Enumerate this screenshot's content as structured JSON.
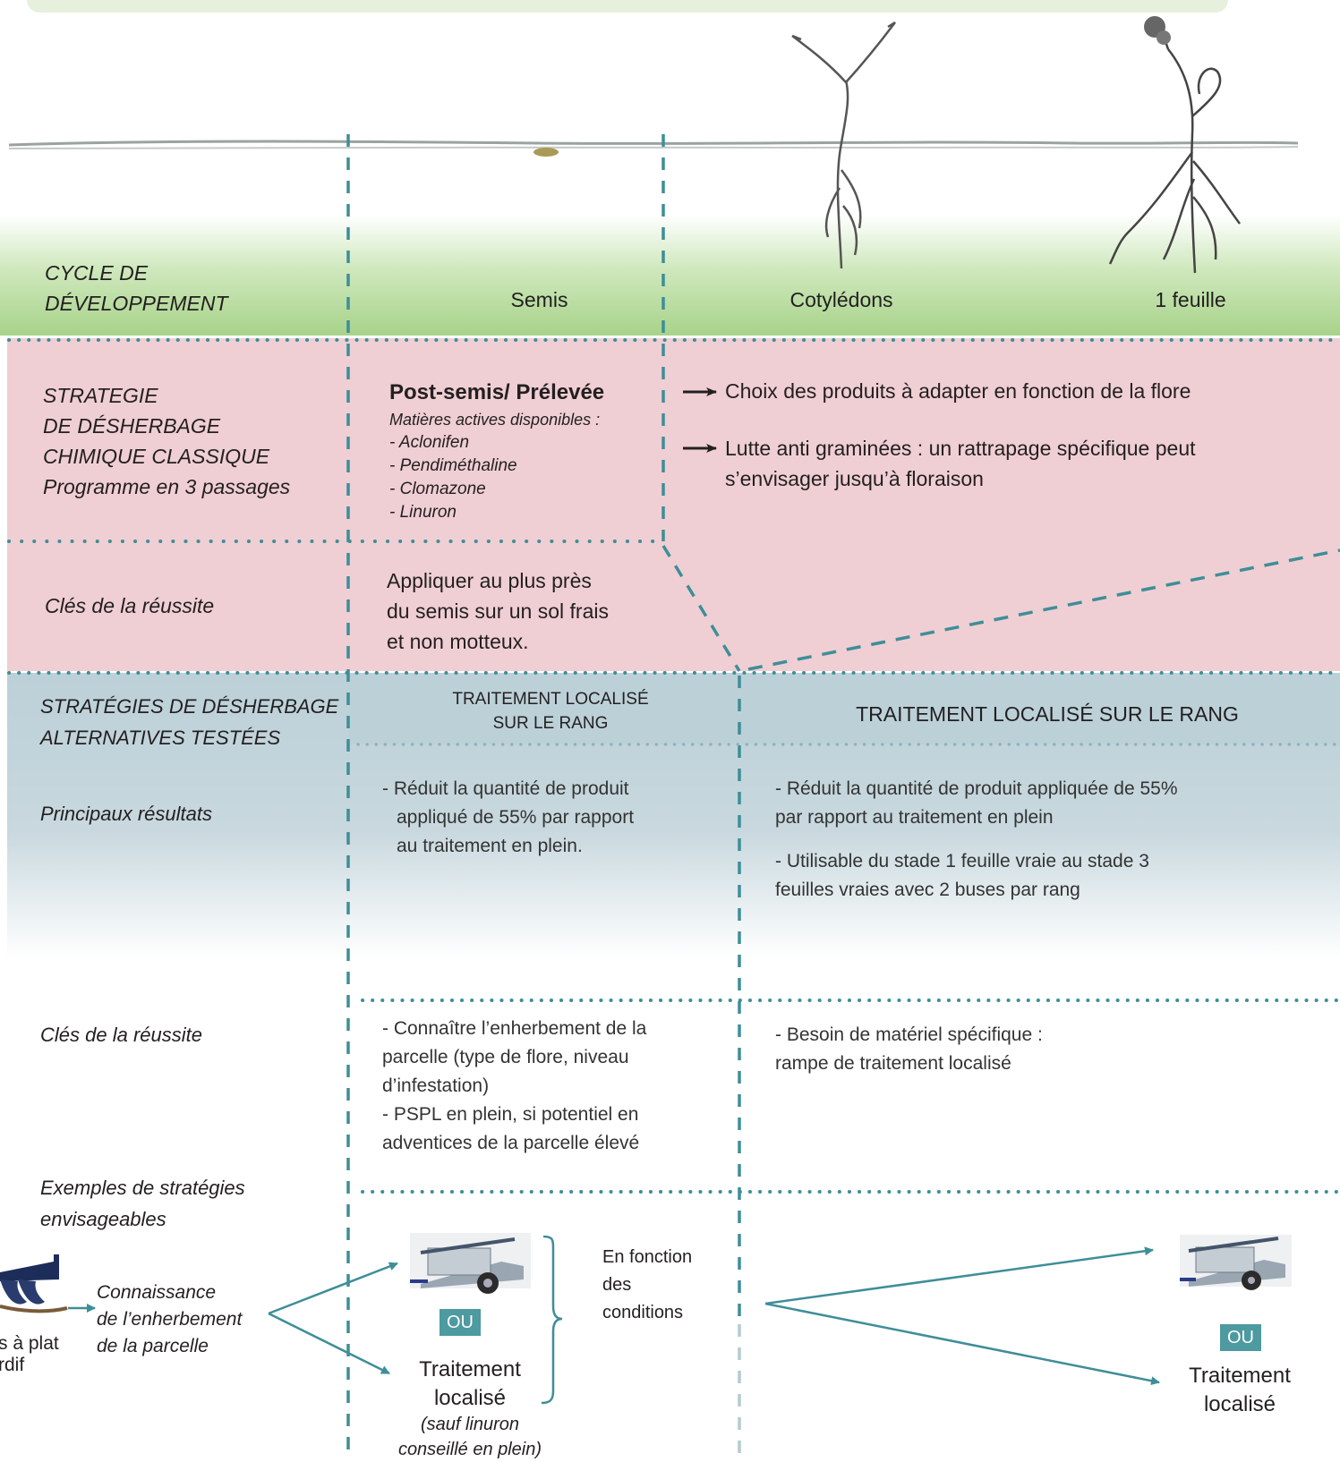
{
  "colors": {
    "green_band": "#a8d38a",
    "pink_band": "#efcfd3",
    "blue_band": "#bcd0d8",
    "teal": "#3e8e98",
    "ou_badge": "#4d9aa1"
  },
  "stages": {
    "label": [
      "CYCLE DE",
      "DÉVELOPPEMENT"
    ],
    "items": [
      "Semis",
      "Cotylédons",
      "1 feuille"
    ]
  },
  "chemical": {
    "label": [
      "STRATEGIE",
      "DE DÉSHERBAGE",
      "CHIMIQUE CLASSIQUE",
      "Programme en 3 passages"
    ],
    "title": "Post-semis/ Prélevée",
    "subtitle": "Matières actives disponibles :",
    "actives": [
      "- Aclonifen",
      "- Pendiméthaline",
      "- Clomazone",
      "- Linuron"
    ],
    "note1": "Choix des produits à adapter en fonction  de la flore",
    "note2": [
      "Lutte anti graminées : un rattrapage spécifique peut",
      "s’envisager jusqu’à floraison"
    ]
  },
  "keys_chemical": {
    "label": "Clés de la réussite",
    "text": [
      "Appliquer au plus près",
      "du semis sur un sol frais",
      "et non motteux."
    ]
  },
  "alternatives": {
    "label": [
      "STRATÉGIES DE DÉSHERBAGE",
      "ALTERNATIVES TESTÉES"
    ],
    "col1_title": [
      "TRAITEMENT LOCALISÉ",
      "SUR LE RANG"
    ],
    "col2_title": "TRAITEMENT LOCALISÉ SUR LE RANG"
  },
  "results": {
    "label": "Principaux résultats",
    "col1": [
      "- Réduit la quantité de produit",
      "appliqué de 55% par rapport",
      "au traitement en plein."
    ],
    "col2a": [
      "- Réduit la quantité de produit appliquée de 55%",
      "par rapport au traitement en plein"
    ],
    "col2b": [
      "- Utilisable du stade 1 feuille vraie au stade 3",
      "feuilles vraies avec 2 buses par rang"
    ]
  },
  "keys_alt": {
    "label": "Clés de la réussite",
    "col1": [
      "- Connaître l’enherbement de la",
      "parcelle (type de flore, niveau",
      "d’infestation)",
      "- PSPL en plein, si potentiel en",
      "adventices de la parcelle élevé"
    ],
    "col2": [
      "- Besoin de matériel spécifique :",
      "rampe de traitement localisé"
    ]
  },
  "examples": {
    "label": [
      "Exemples de stratégies",
      "envisageables"
    ],
    "left_cut_text": [
      "s à plat",
      "rdif"
    ],
    "connaissance": [
      "Connaissance",
      "de l’enherbement",
      "de la parcelle"
    ],
    "ou": "OU",
    "traitement": [
      "Traitement",
      "localisé"
    ],
    "sauf": [
      "(sauf linuron",
      "conseillé en plein)"
    ],
    "conditions": [
      "En fonction",
      "des",
      "conditions"
    ],
    "ou_right": "OU",
    "traitement_right": [
      "Traitement",
      "localisé"
    ]
  }
}
